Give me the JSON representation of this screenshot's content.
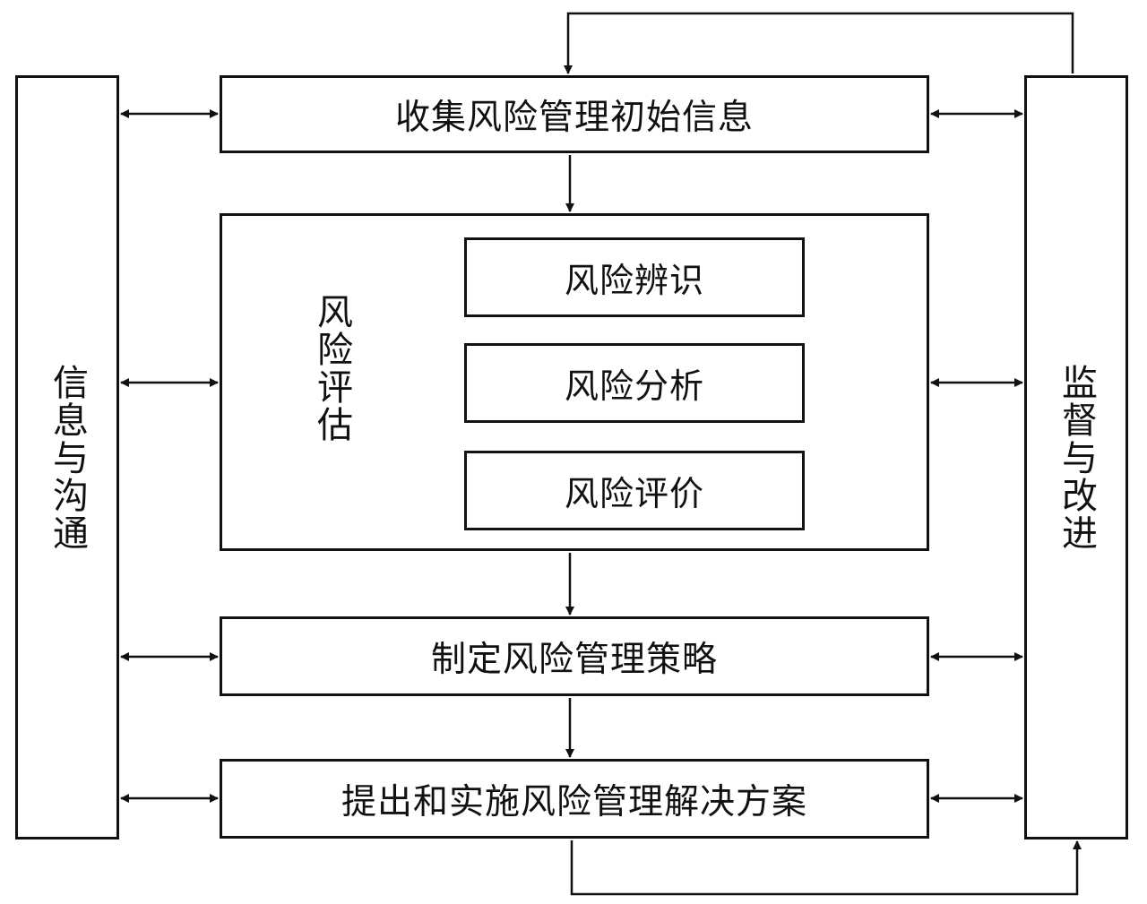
{
  "left_column": {
    "label": "信息与沟通"
  },
  "right_column": {
    "label": "监督与改进"
  },
  "steps": {
    "collect": "收集风险管理初始信息",
    "assess": {
      "title": "风险评估",
      "substeps": [
        "风险辨识",
        "风险分析",
        "风险评价"
      ]
    },
    "strategy": "制定风险管理策略",
    "solution": "提出和实施风险管理解决方案"
  },
  "colors": {
    "stroke": "#111111",
    "background": "#ffffff"
  }
}
